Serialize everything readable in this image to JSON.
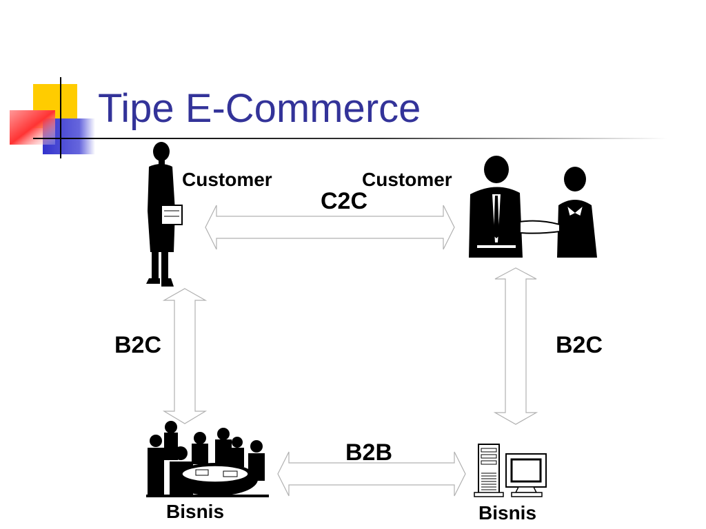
{
  "slide": {
    "title": "Tipe E-Commerce",
    "title_color": "#333399",
    "accent_colors": {
      "yellow": "#ffcc00",
      "red": "#ff3333",
      "blue": "#3333cc",
      "line": "#000000"
    }
  },
  "diagram": {
    "nodes": {
      "customer_left": "Customer",
      "customer_right": "Customer",
      "business_left": "Bisnis",
      "business_right": "Bisnis"
    },
    "links": {
      "top": "C2C",
      "left": "B2C",
      "right": "B2C",
      "bottom": "B2B"
    },
    "icons": {
      "customer_left": "businesswoman-icon",
      "customer_right": "handshake-icon",
      "business_left": "business-meeting-icon",
      "business_right": "computer-icon"
    }
  }
}
